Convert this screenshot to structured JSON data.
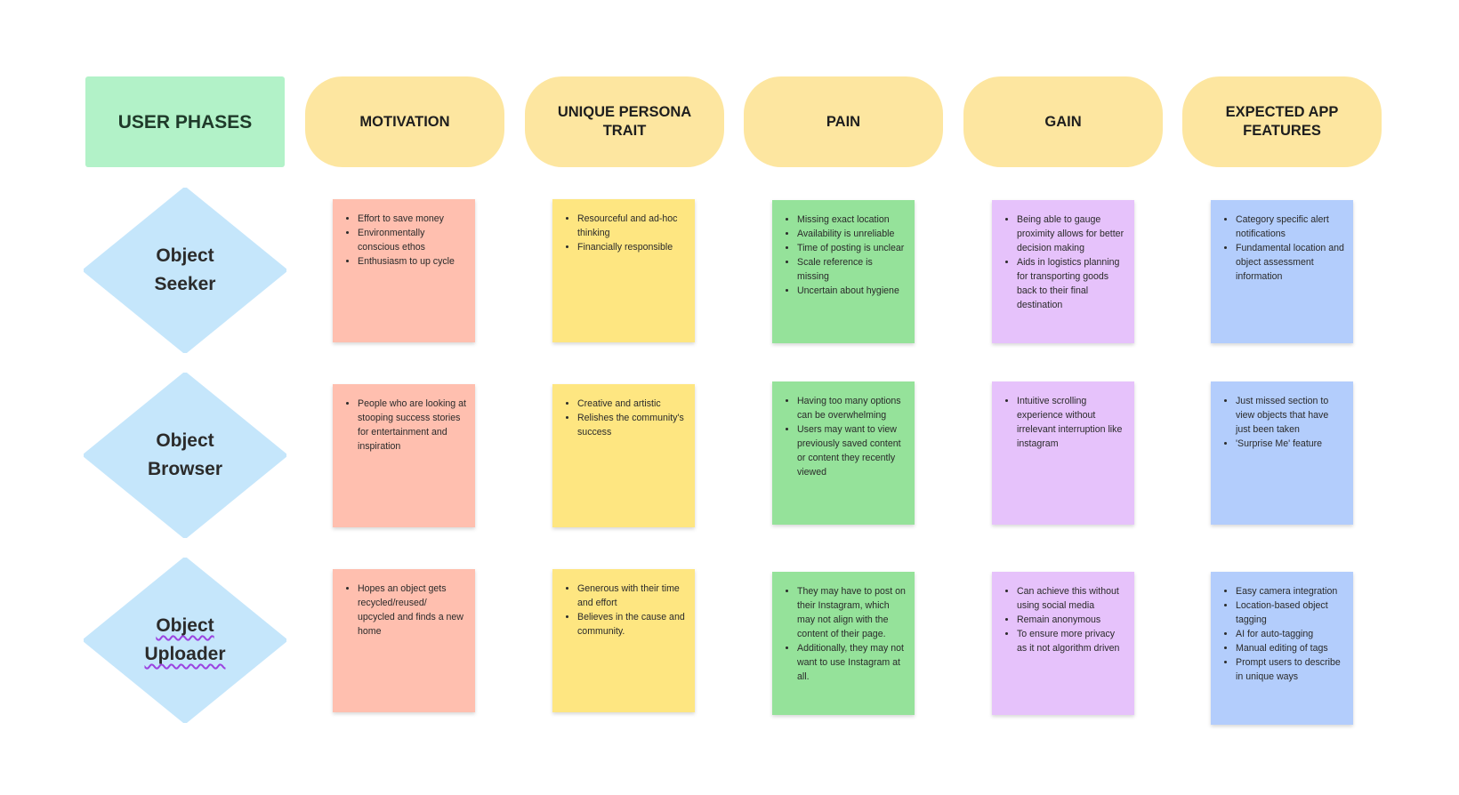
{
  "headers": {
    "user_phases": "USER PHASES",
    "motivation": "MOTIVATION",
    "trait": "UNIQUE PERSONA TRAIT",
    "pain": "PAIN",
    "gain": "GAIN",
    "features": "EXPECTED APP FEATURES"
  },
  "phases": [
    {
      "name_line1": "Object",
      "name_line2": "Seeker",
      "motivation": [
        "Effort to save money",
        "Environmentally conscious ethos",
        "Enthusiasm to up cycle"
      ],
      "trait": [
        "Resourceful and ad-hoc thinking",
        "Financially responsible"
      ],
      "pain": [
        "Missing exact location",
        "Availability is unreliable",
        "Time of posting is unclear",
        "Scale reference is missing",
        "Uncertain about hygiene"
      ],
      "gain": [
        "Being able to gauge proximity allows for better decision making",
        "Aids in logistics planning for transporting goods back to their final destination"
      ],
      "features": [
        "Category specific alert notifications",
        "Fundamental location and object assessment information"
      ]
    },
    {
      "name_line1": "Object",
      "name_line2": "Browser",
      "motivation": [
        "People who are looking at stooping success stories for entertainment and inspiration"
      ],
      "trait": [
        "Creative and artistic",
        "Relishes the community's success"
      ],
      "pain": [
        "Having too many options can be overwhelming",
        "Users may want to view previously saved content or content they recently viewed"
      ],
      "gain": [
        "Intuitive scrolling experience without irrelevant interruption like instagram"
      ],
      "features": [
        "Just missed section to view objects that have just been taken",
        "'Surprise Me' feature"
      ]
    },
    {
      "name_line1": "Object",
      "name_line2": "Uploader",
      "motivation": [
        "Hopes an object gets recycled/reused/ upcycled and finds a new home"
      ],
      "trait": [
        "Generous with their time and effort",
        "Believes in the cause and community."
      ],
      "pain": [
        "They may have to post on their Instagram, which may not align with the content of their page.",
        "Additionally, they may not want to use Instagram at all."
      ],
      "gain": [
        "Can achieve this without using social media",
        "Remain anonymous",
        "To ensure more privacy as it not algorithm driven"
      ],
      "features": [
        "Easy camera integration",
        "Location-based object tagging",
        "AI for auto-tagging",
        "Manual editing of tags",
        "Prompt users to describe in unique ways"
      ]
    }
  ],
  "colors": {
    "header_pill": "#fde6a0",
    "header_rect": "#b2f2c8",
    "diamond": "#c5e6fb",
    "motivation": "#ffbfaf",
    "trait": "#fee681",
    "pain": "#95e29a",
    "gain": "#e6c2fb",
    "features": "#b3cdfc"
  }
}
